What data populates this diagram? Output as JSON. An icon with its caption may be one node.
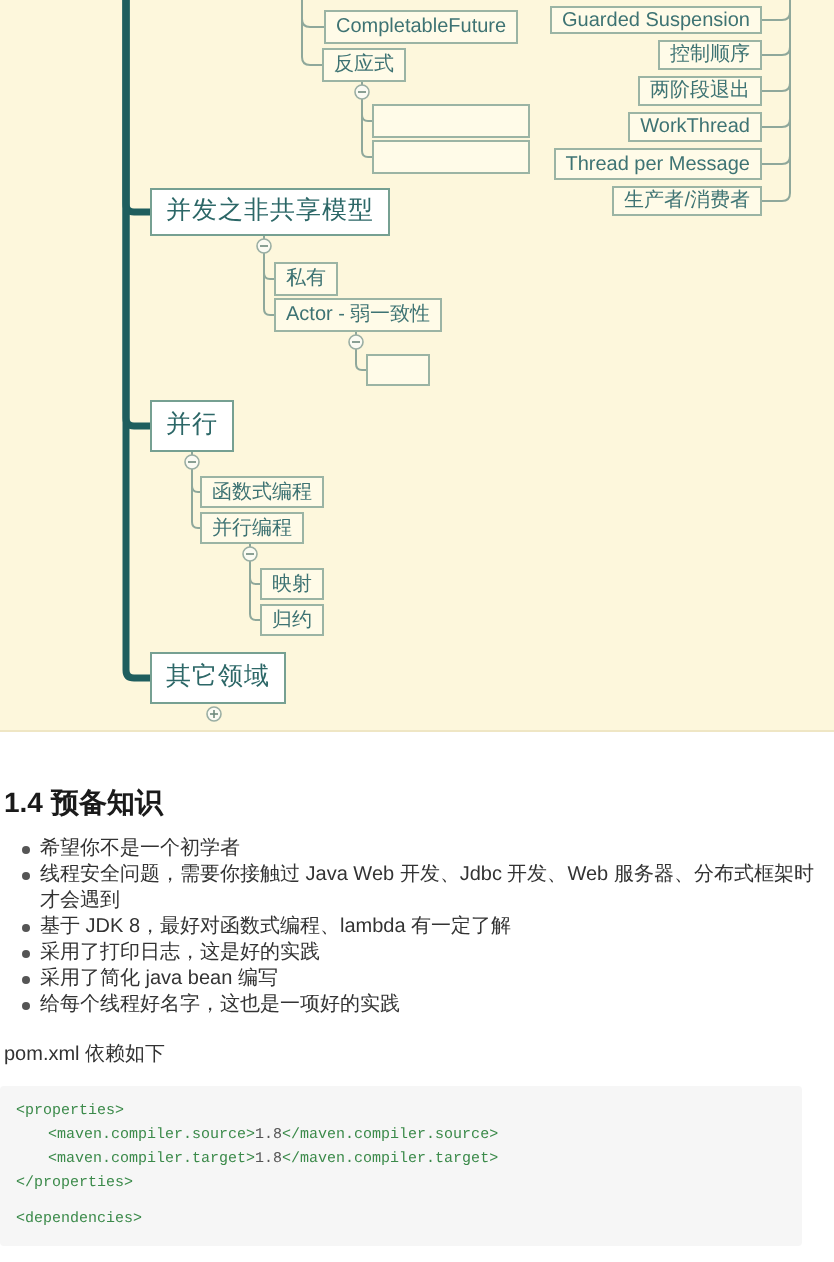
{
  "diagram": {
    "nodes": [
      {
        "text": [
          "CompletableFuture"
        ]
      },
      {
        "text": [
          "反应式"
        ]
      },
      {
        "text": [],
        "shape": "box"
      },
      {
        "text": [],
        "shape": "box"
      },
      {
        "text": [
          "Guarded Suspension"
        ]
      },
      {
        "text": [
          "控制顺序"
        ]
      },
      {
        "text": [
          "两阶段退出"
        ]
      },
      {
        "text": [
          "WorkThread"
        ]
      },
      {
        "text": [
          "Thread per Message"
        ]
      },
      {
        "text": [
          "生产者/消费者"
        ]
      },
      {
        "text": [
          "并发之非共享模型"
        ]
      },
      {
        "text": [
          "私有"
        ]
      },
      {
        "text": [
          "Actor - 弱一致性"
        ]
      },
      {
        "text": [],
        "shape": "box"
      },
      {
        "text": [
          "并行"
        ]
      },
      {
        "text": [
          "函数式编程"
        ]
      },
      {
        "text": [
          "并行编程"
        ]
      },
      {
        "text": [
          "映射"
        ]
      },
      {
        "text": [
          "归约"
        ]
      },
      {
        "text": [
          "其它领域"
        ]
      },
      {
        "text": [
          "<properties>",
          "<maven.compiler.source>1.8</maven.compiler.source>",
          "<maven.compiler.target>1.8</maven.compiler.target>",
          "</properties>",
          "<dependencies>"
        ]
      }
    ],
    "edges": [
      {
        "from": null,
        "to": 0,
        "arrow": "none"
      },
      {
        "from": null,
        "to": 1,
        "arrow": "none"
      },
      {
        "from": 1,
        "to": 2,
        "arrow": "none"
      },
      {
        "from": 1,
        "to": 3,
        "arrow": "none"
      },
      {
        "from": null,
        "to": 4,
        "arrow": "none"
      },
      {
        "from": null,
        "to": 5,
        "arrow": "none"
      },
      {
        "from": null,
        "to": 6,
        "arrow": "none"
      },
      {
        "from": null,
        "to": 7,
        "arrow": "none"
      },
      {
        "from": null,
        "to": 8,
        "arrow": "none"
      },
      {
        "from": null,
        "to": 9,
        "arrow": "none"
      },
      {
        "from": null,
        "to": 10,
        "arrow": "none",
        "style": "thick",
        "color": "#1f5e5e"
      },
      {
        "from": 10,
        "to": 11,
        "arrow": "none"
      },
      {
        "from": 10,
        "to": 12,
        "arrow": "none"
      },
      {
        "from": 12,
        "to": 13,
        "arrow": "none"
      },
      {
        "from": null,
        "to": 14,
        "arrow": "none",
        "style": "thick",
        "color": "#1f5e5e"
      },
      {
        "from": 14,
        "to": 15,
        "arrow": "none"
      },
      {
        "from": 14,
        "to": 16,
        "arrow": "none"
      },
      {
        "from": 16,
        "to": 17,
        "arrow": "none"
      },
      {
        "from": 16,
        "to": 18,
        "arrow": "none"
      },
      {
        "from": null,
        "to": 19,
        "arrow": "none",
        "style": "thick",
        "color": "#1f5e5e"
      }
    ],
    "labels": [
      "1.4 预备知识",
      "希望你不是一个初学者",
      "线程安全问题，需要你接触过 Java Web 开发、Jdbc 开发、Web 服务器、分布式框架时才会遇到",
      "基于 JDK 8，最好对函数式编程、lambda 有一定了解",
      "采用了打印日志，这是好的实践",
      "采用了简化 java bean 编写",
      "给每个线程好名字，这也是一项好的实践",
      "pom.xml 依赖如下"
    ]
  }
}
